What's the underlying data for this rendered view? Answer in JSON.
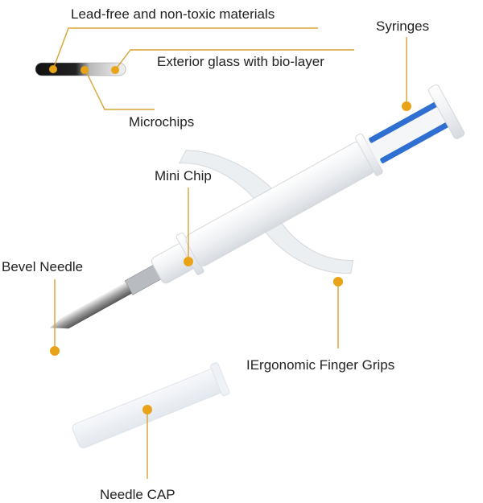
{
  "colors": {
    "accent": "#E8A317",
    "leader_line": "#D9A233",
    "plunger_blue": "#2F6FD1",
    "body_white": "#F1F2F4",
    "text": "#222222"
  },
  "labels": {
    "lead_free": "Lead-free and non-toxic materials",
    "exterior_glass": "Exterior glass with bio-layer",
    "microchips": "Microchips",
    "syringes": "Syringes",
    "mini_chip": "Mini Chip",
    "bevel_needle": "Bevel Needle",
    "finger_grips": "IErgonomic Finger Grips",
    "needle_cap": "Needle CAP"
  }
}
